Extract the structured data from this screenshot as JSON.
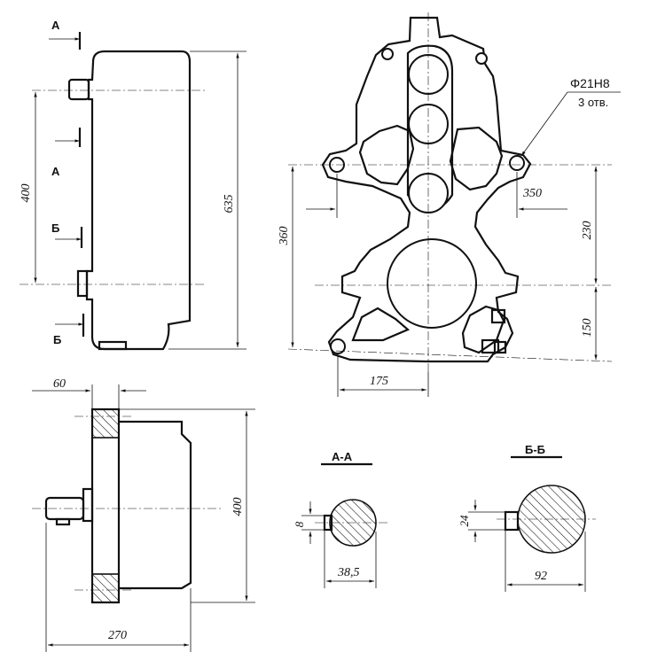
{
  "views": {
    "side": {
      "dims": {
        "height_total": "635",
        "height_axes": "400"
      },
      "section_marks": [
        "А",
        "А",
        "Б",
        "Б"
      ]
    },
    "front": {
      "dims": {
        "axis_upper_mid": "360",
        "spacing_upper": "230",
        "spacing_lower": "150",
        "horizontal_175": "175",
        "horizontal_350": "350"
      },
      "hole_callout": {
        "size": "Φ21H8",
        "count": "3 отв."
      }
    },
    "top": {
      "dims": {
        "depth_60": "60",
        "width_270": "270",
        "height_400": "400"
      }
    },
    "section_aa": {
      "title": "А-А",
      "dims": {
        "key": "8",
        "diameter": "38,5"
      }
    },
    "section_bb": {
      "title": "Б-Б",
      "dims": {
        "key": "24",
        "diameter": "92"
      }
    }
  }
}
